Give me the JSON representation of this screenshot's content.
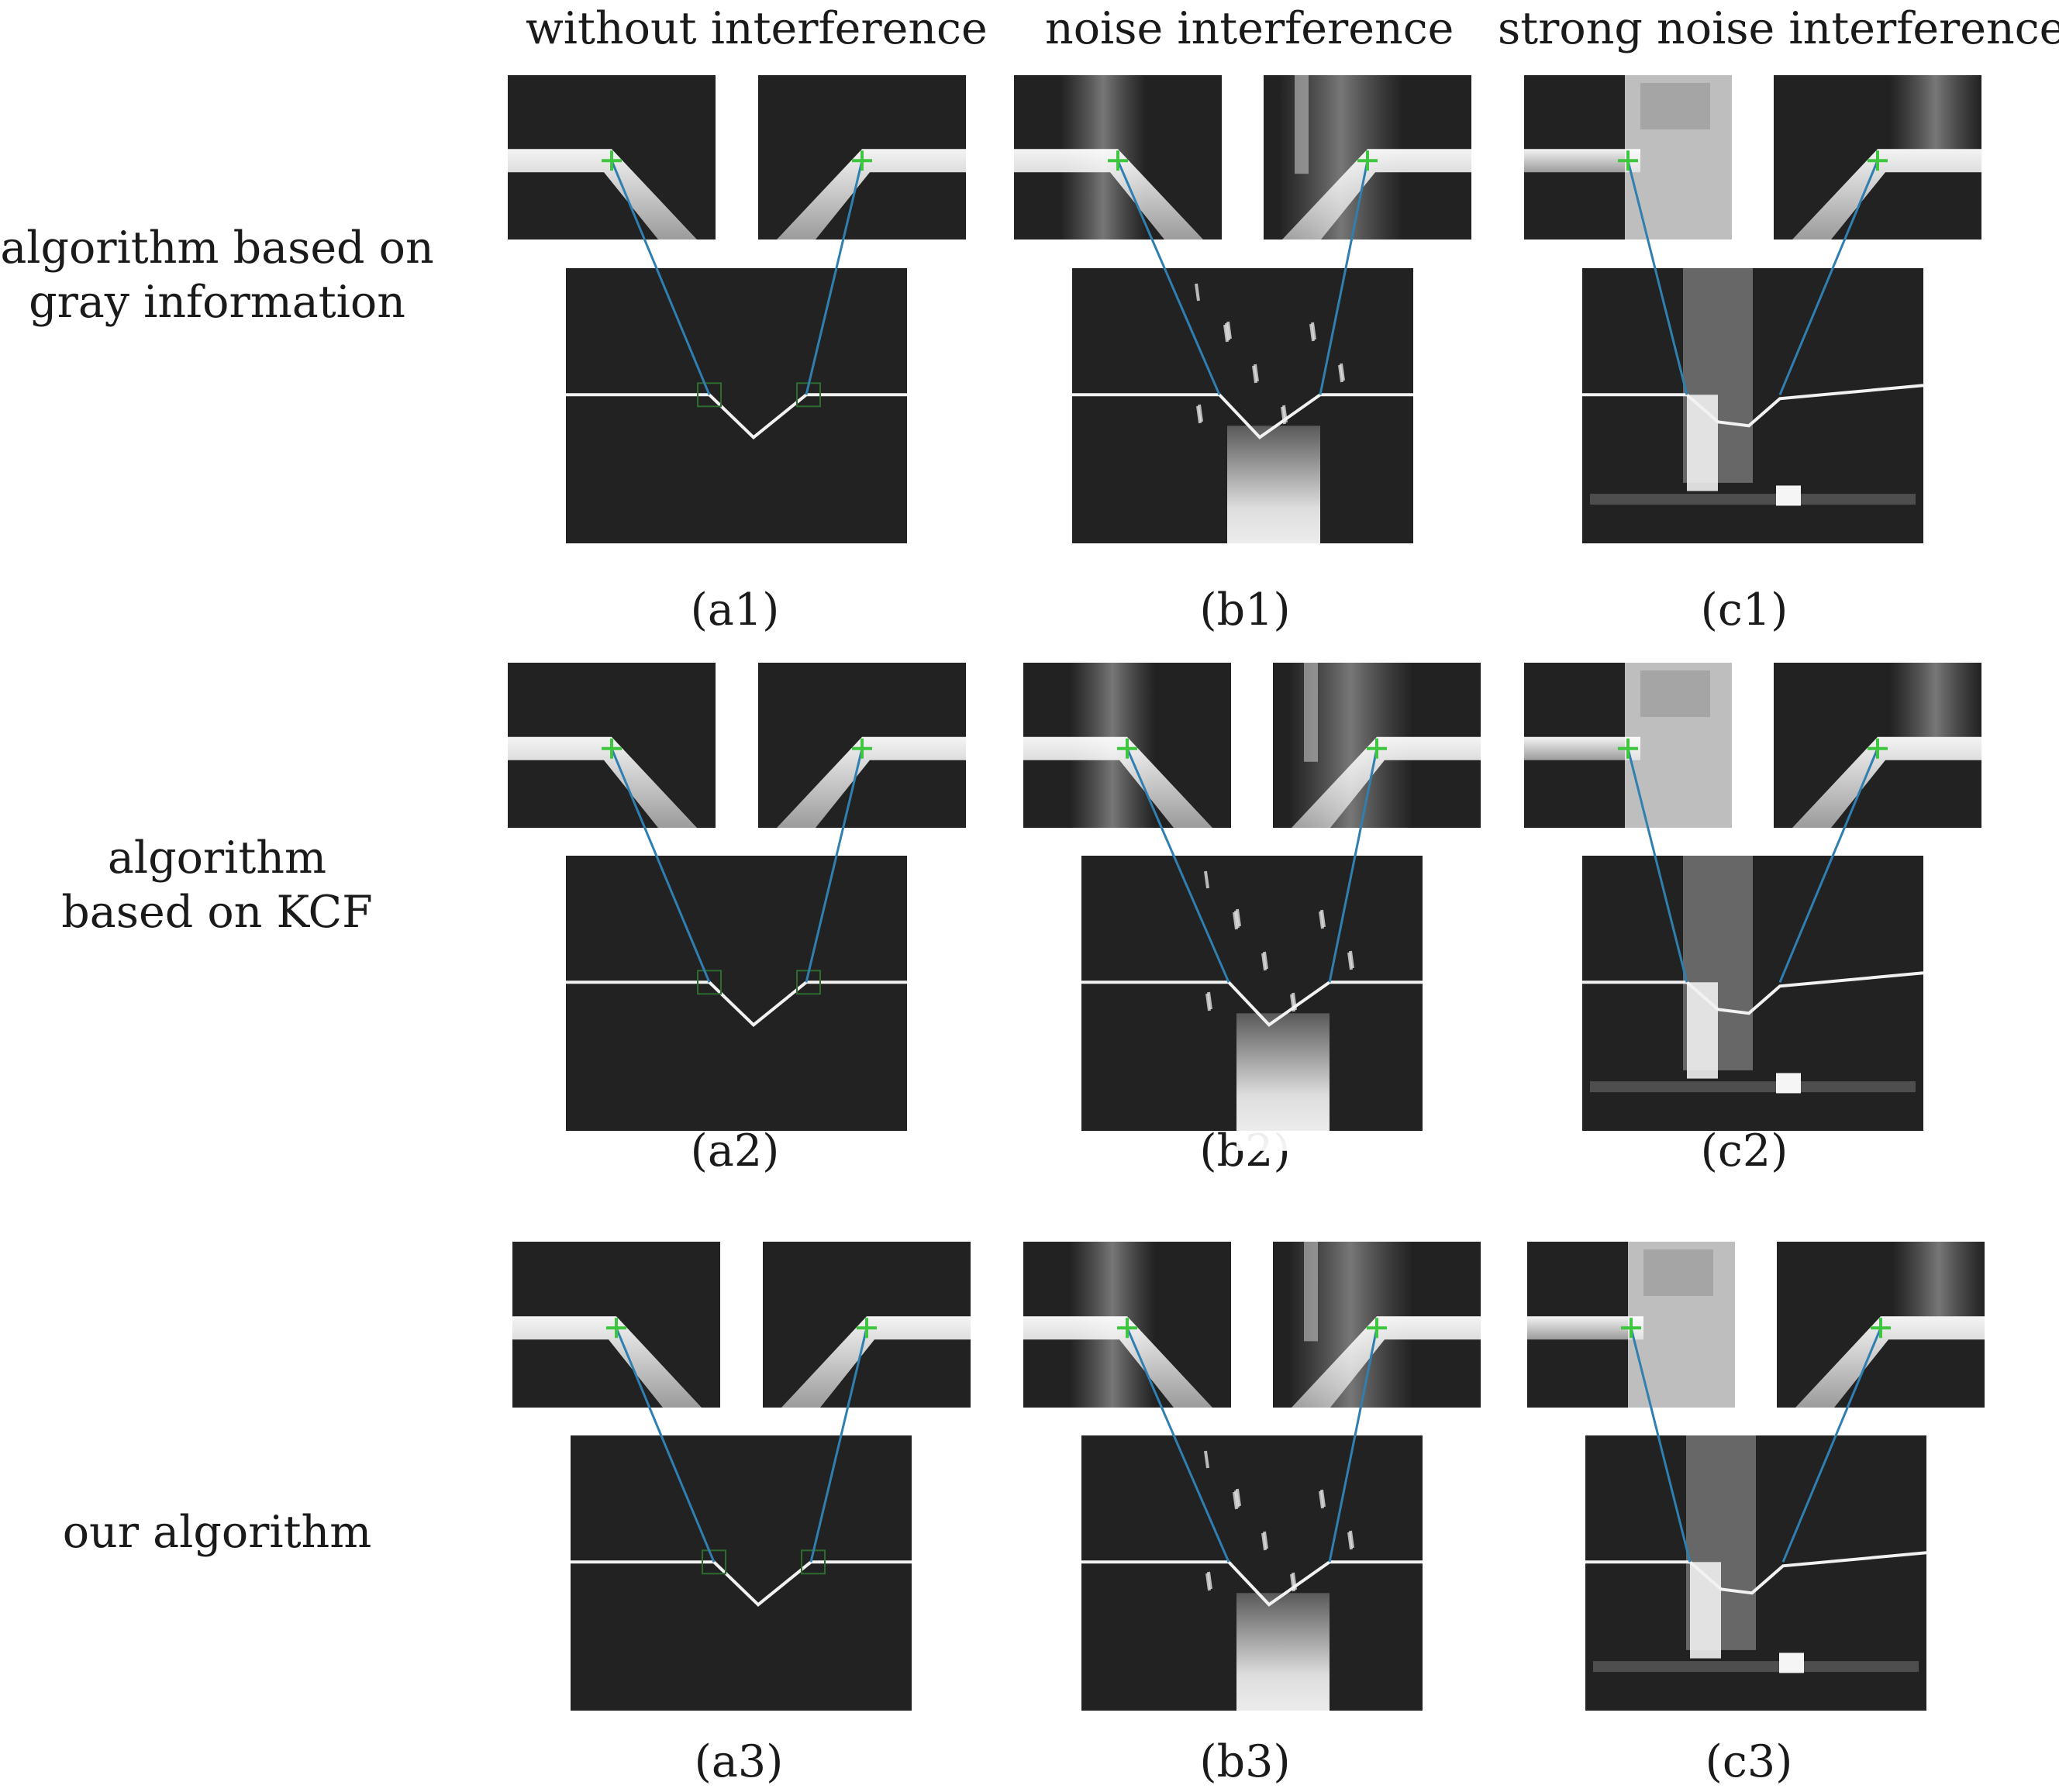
{
  "columns": [
    {
      "header": "without interference",
      "style": "clean"
    },
    {
      "header": "noise interference",
      "style": "noise"
    },
    {
      "header": "strong noise interference",
      "style": "strong"
    }
  ],
  "rows": [
    {
      "label_lines": [
        "algorithm based on",
        "gray information"
      ],
      "captions": [
        "(a1)",
        "(b1)",
        "(c1)"
      ]
    },
    {
      "label_lines": [
        "algorithm",
        "based on KCF"
      ],
      "captions": [
        "(a2)",
        "(b2)",
        "(c2)"
      ]
    },
    {
      "label_lines": [
        "our algorithm"
      ],
      "captions": [
        "(a3)",
        "(b3)",
        "(c3)"
      ]
    }
  ],
  "colors": {
    "marker": "#3ec63e",
    "arrow": "#2f7fb0",
    "panel_bg": "#222222",
    "weld_line": "#f2f2f2"
  }
}
